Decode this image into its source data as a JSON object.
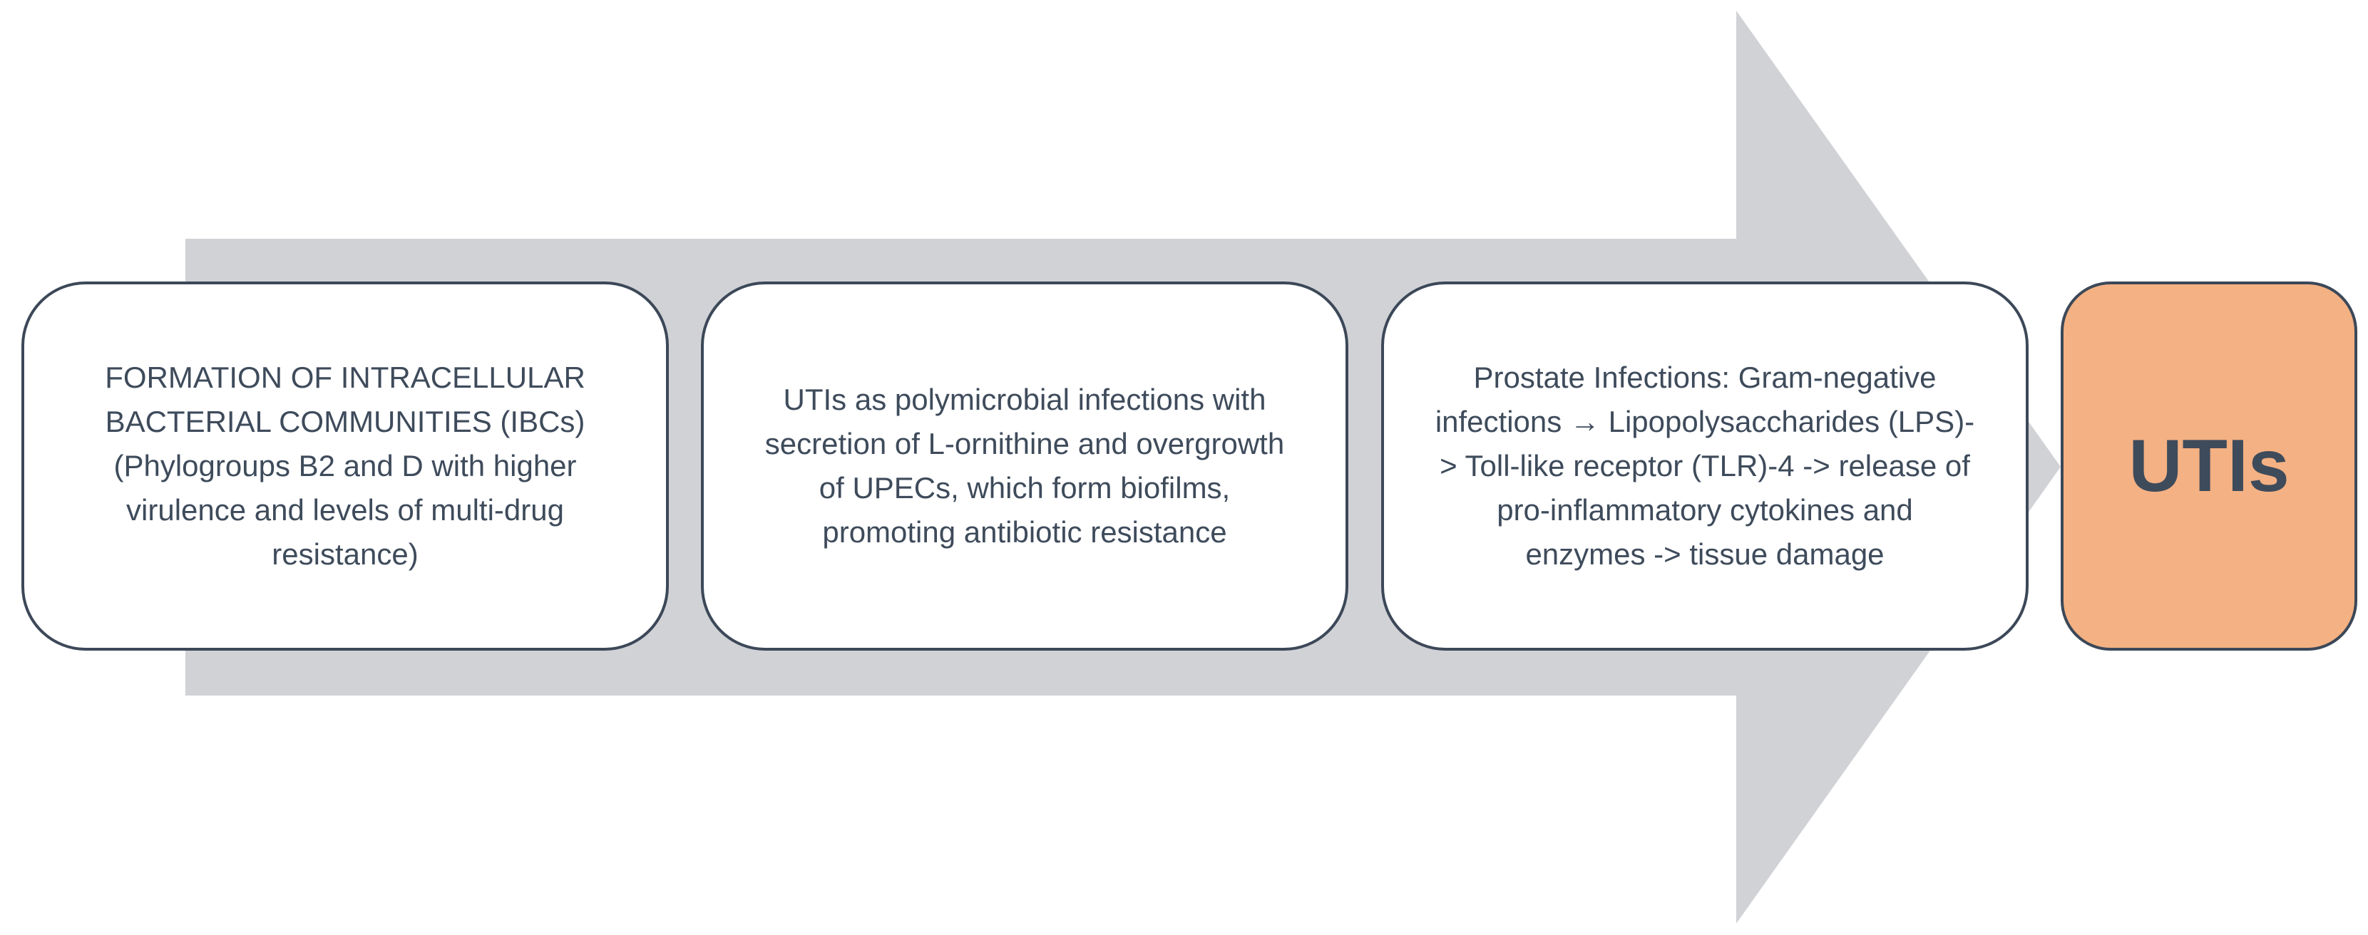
{
  "colors": {
    "arrow": "#d1d2d6",
    "box_border": "#3c4858",
    "box_fill": "#ffffff",
    "text": "#3e4b5b",
    "final_fill": "#f4b183"
  },
  "steps": [
    {
      "text": "FORMATION OF INTRACELLULAR\nBACTERIAL COMMUNITIES (IBCs)\n(Phylogroups B2 and D with higher\nvirulence and levels of multi-drug\nresistance)"
    },
    {
      "text": "UTIs as polymicrobial infections with\nsecretion of L-ornithine and overgrowth\nof UPECs, which form biofilms,\npromoting antibiotic resistance"
    },
    {
      "text": "Prostate Infections: Gram-negative\ninfections → Lipopolysaccharides (LPS)-\n> Toll-like receptor (TLR)-4 -> release of\npro-inflammatory cytokines and\nenzymes -> tissue damage"
    }
  ],
  "outcome": {
    "label": "UTIs"
  }
}
